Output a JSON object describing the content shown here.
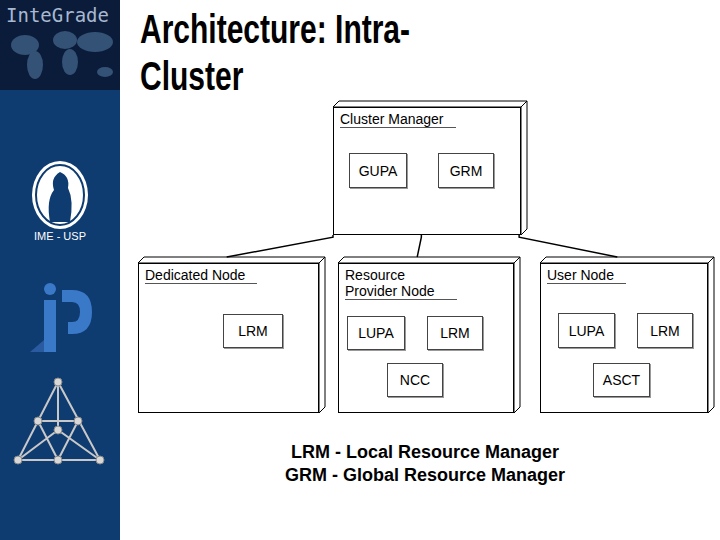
{
  "diagram": {
    "title": "Architecture: Intra-Cluster",
    "nodes": [
      {
        "text": [
          "Cluster Manager"
        ]
      },
      {
        "text": [
          "GUPA"
        ],
        "in": 0
      },
      {
        "text": [
          "GRM"
        ],
        "in": 0
      },
      {
        "text": [
          "Dedicated Node"
        ]
      },
      {
        "text": [
          "LRM"
        ],
        "in": 3
      },
      {
        "text": [
          "Resource Provider Node"
        ]
      },
      {
        "text": [
          "LUPA"
        ],
        "in": 5
      },
      {
        "text": [
          "LRM"
        ],
        "in": 5
      },
      {
        "text": [
          "NCC"
        ],
        "in": 5
      },
      {
        "text": [
          "User Node"
        ]
      },
      {
        "text": [
          "LUPA"
        ],
        "in": 9
      },
      {
        "text": [
          "LRM"
        ],
        "in": 9
      },
      {
        "text": [
          "ASCT"
        ],
        "in": 9
      }
    ],
    "edges": [
      {
        "from": 0,
        "to": 3,
        "arrow": "none"
      },
      {
        "from": 0,
        "to": 5,
        "arrow": "none"
      },
      {
        "from": 0,
        "to": 9,
        "arrow": "none"
      }
    ],
    "labels": [
      "InteGrade",
      "IME - USP",
      "LRM - Local Resource Manager",
      "GRM - Global Resource Manager"
    ]
  }
}
